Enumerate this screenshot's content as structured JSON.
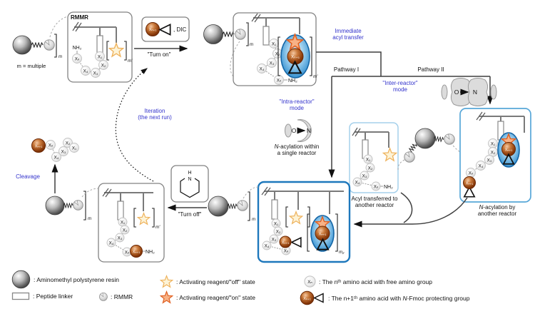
{
  "palette": {
    "blue_text": "#3333cc",
    "box_blue": "#1e78bc",
    "box_lightblue": "#58a7d8",
    "box_paleblue": "#a5d0eb",
    "star_on_stroke": "#e05f20",
    "star_off_fill": "#fdf3d6",
    "ellipse_blue": "#1566a6",
    "brown_sphere": "#6b2704"
  },
  "sym": {
    "x1": "X₁",
    "x2": "X₂",
    "x3": "X₃",
    "x4": "X₄",
    "xn": "Xₙ",
    "xn1": "Xₙ₊₁",
    "nh2": "NH₂",
    "m": "m",
    "m_prime": "m'",
    "m1": "m₁",
    "m2": "m₂",
    "h": "H",
    "n": "N",
    "o": "O",
    "dic": ", DIC"
  },
  "captions": {
    "rmmr_box": "RMMR",
    "m_multiple": "m = multiple",
    "turn_on": "\"Turn on\"",
    "turn_off": "\"Turn off\"",
    "immediate_l1": "Immediate",
    "immediate_l2": "acyl transfer",
    "pathway_1": "Pathway I",
    "pathway_2": "Pathway II",
    "intra_l1": "\"Intra-reactor\"",
    "intra_l2": "mode",
    "inter_l1": "\"Inter-reactor\"",
    "inter_l2": "mode",
    "intra_sub_i": "N",
    "intra_sub_l1": "-acylation within",
    "intra_sub_l2": "a single reactor",
    "acyl_l1": "Acyl transferred to",
    "acyl_l2": "another reactor",
    "nacyl_i": "N",
    "nacyl_l1": "-acylation by",
    "nacyl_l2": "another reactor",
    "iteration_l1": "Iteration",
    "iteration_l2": "(the next run)",
    "cleavage": "Cleavage"
  },
  "legend": {
    "resin": ": Aminomethyl polystyrene resin",
    "linker": ": Peptide linker",
    "rmmr": ": RMMR",
    "star_off": ": Activating reagent/\"off\" state",
    "star_on": ": Activating reagent/\"on\" state",
    "xn": ": The nᵗʰ amino acid with free amino group",
    "xn1_pre": ": The n+1ᵗʰ amino acid with ",
    "xn1_i": "N",
    "xn1_post": "-Fmoc protecting group"
  }
}
